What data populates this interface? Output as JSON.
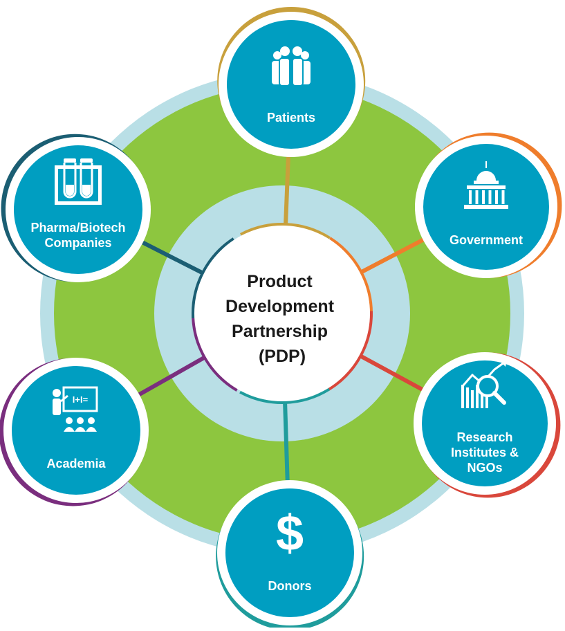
{
  "center": {
    "lines": [
      "Product",
      "Development",
      "Partnership",
      "(PDP)"
    ]
  },
  "colors": {
    "outer_ring": "#b9dfe6",
    "green_ring": "#8dc63f",
    "inner_ring": "#b9dfe6",
    "node_fill": "#009ec1",
    "center_fill": "#ffffff",
    "center_text": "#1a1a1a",
    "node_text": "#ffffff"
  },
  "nodes": [
    {
      "id": "patients",
      "icon": "people-group-icon",
      "accent": "#c8a03c",
      "lines": [
        "Patients"
      ]
    },
    {
      "id": "government",
      "icon": "capitol-building-icon",
      "accent": "#ef7d2c",
      "lines": [
        "Government"
      ]
    },
    {
      "id": "research",
      "icon": "chart-magnifier-icon",
      "accent": "#d9473b",
      "lines": [
        "Research",
        "Institutes &",
        "NGOs"
      ]
    },
    {
      "id": "donors",
      "icon": "dollar-sign-icon",
      "accent": "#1f9c9c",
      "lines": [
        "Donors"
      ]
    },
    {
      "id": "academia",
      "icon": "teacher-classroom-icon",
      "accent": "#7a2e7e",
      "lines": [
        "Academia"
      ]
    },
    {
      "id": "pharma",
      "icon": "test-tubes-icon",
      "accent": "#1b5e73",
      "lines": [
        "Pharma/Biotech",
        "Companies"
      ]
    }
  ]
}
